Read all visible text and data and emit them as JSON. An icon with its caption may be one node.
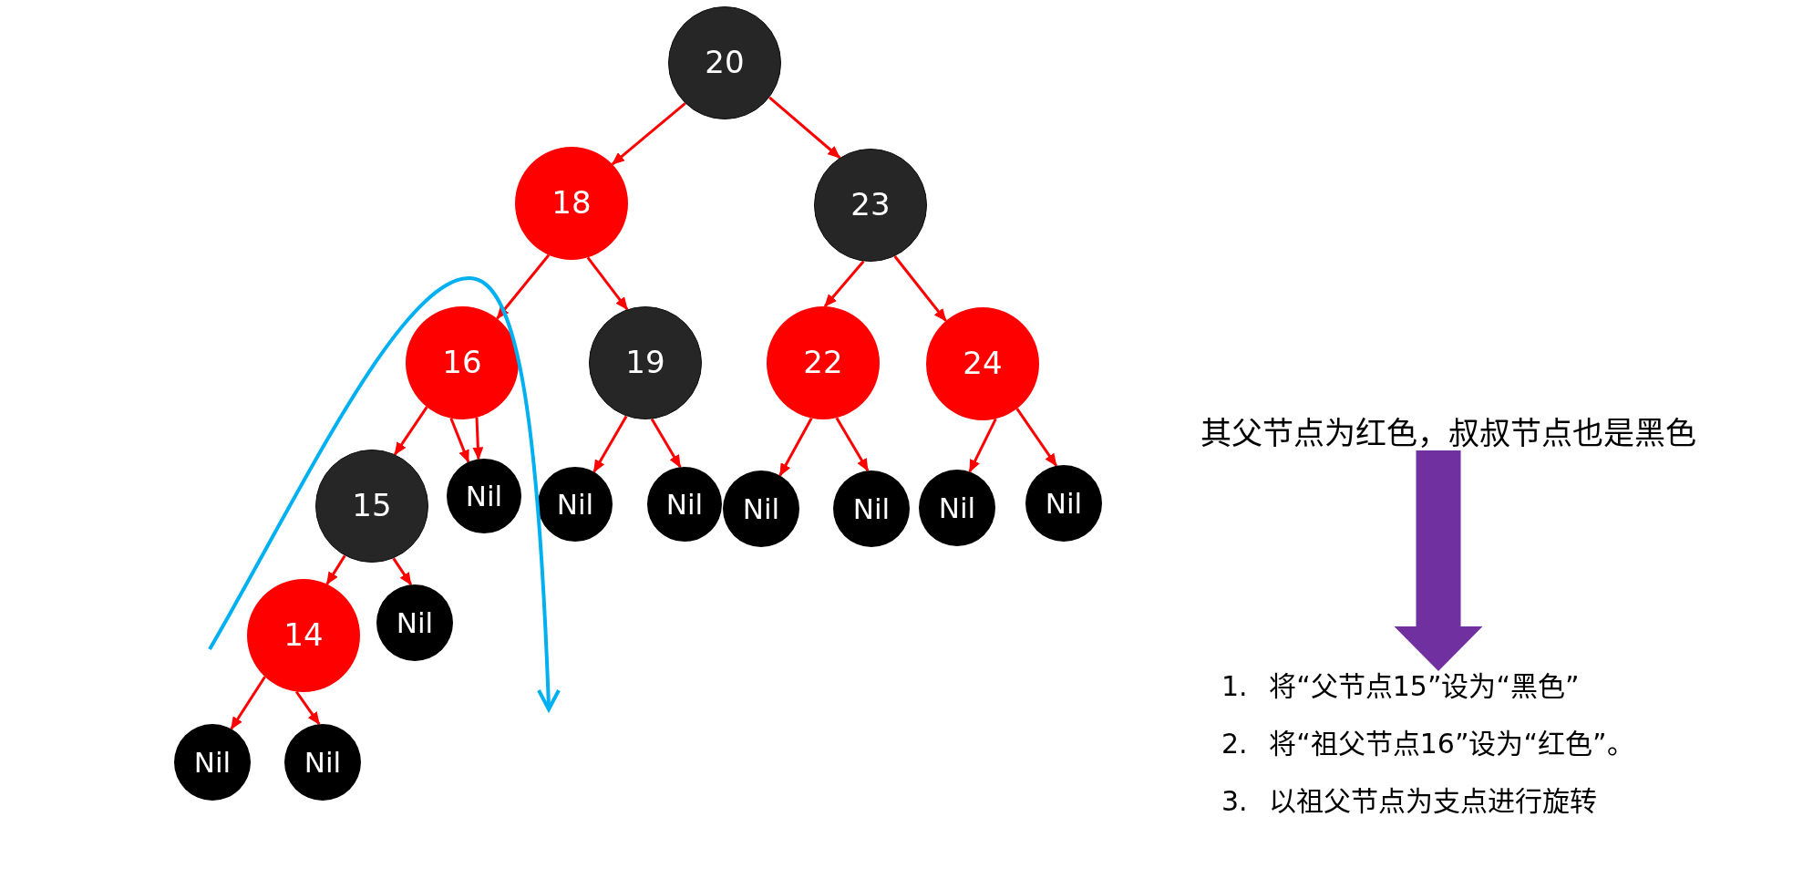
{
  "diagram": {
    "nodes": [
      {
        "text": [
          "20"
        ]
      },
      {
        "text": [
          "18"
        ]
      },
      {
        "text": [
          "23"
        ]
      },
      {
        "text": [
          "16"
        ]
      },
      {
        "text": [
          "19"
        ]
      },
      {
        "text": [
          "22"
        ]
      },
      {
        "text": [
          "24"
        ]
      },
      {
        "text": [
          "15"
        ]
      },
      {
        "text": [
          "Nil"
        ]
      },
      {
        "text": [
          "Nil"
        ]
      },
      {
        "text": [
          "Nil"
        ]
      },
      {
        "text": [
          "Nil"
        ]
      },
      {
        "text": [
          "Nil"
        ]
      },
      {
        "text": [
          "Nil"
        ]
      },
      {
        "text": [
          "Nil"
        ]
      },
      {
        "text": [
          "14"
        ]
      },
      {
        "text": [
          "Nil"
        ]
      },
      {
        "text": [
          "Nil"
        ]
      },
      {
        "text": [
          "Nil"
        ]
      },
      {
        "text": [
          "其父节点为红色，叔叔节点也是黑色"
        ]
      },
      {
        "text": [
          "1. 将“父节点15”设为“黑色”",
          "2. 将“祖父节点16”设为“红色”。",
          "3. 以祖父节点为支点进行旋转"
        ]
      }
    ],
    "edges": [
      {
        "from": 0,
        "to": 1,
        "arrow": "to"
      },
      {
        "from": 0,
        "to": 2,
        "arrow": "to"
      },
      {
        "from": 1,
        "to": 3,
        "arrow": "to"
      },
      {
        "from": 1,
        "to": 4,
        "arrow": "to"
      },
      {
        "from": 2,
        "to": 5,
        "arrow": "to"
      },
      {
        "from": 2,
        "to": 6,
        "arrow": "to"
      },
      {
        "from": 3,
        "to": 7,
        "arrow": "to"
      },
      {
        "from": 3,
        "to": 8,
        "arrow": "to"
      },
      {
        "from": 3,
        "to": 8,
        "arrow": "to"
      },
      {
        "from": 4,
        "to": 9,
        "arrow": "to"
      },
      {
        "from": 4,
        "to": 10,
        "arrow": "to"
      },
      {
        "from": 5,
        "to": 11,
        "arrow": "to"
      },
      {
        "from": 5,
        "to": 12,
        "arrow": "to"
      },
      {
        "from": 6,
        "to": 13,
        "arrow": "to"
      },
      {
        "from": 6,
        "to": 14,
        "arrow": "to"
      },
      {
        "from": 7,
        "to": 15,
        "arrow": "to"
      },
      {
        "from": 7,
        "to": 16,
        "arrow": "to"
      },
      {
        "from": 15,
        "to": 17,
        "arrow": "to"
      },
      {
        "from": 15,
        "to": 18,
        "arrow": "to"
      },
      {
        "from": 19,
        "to": 20,
        "arrow": "to",
        "style": "thick",
        "color": "#7030a0"
      }
    ]
  }
}
